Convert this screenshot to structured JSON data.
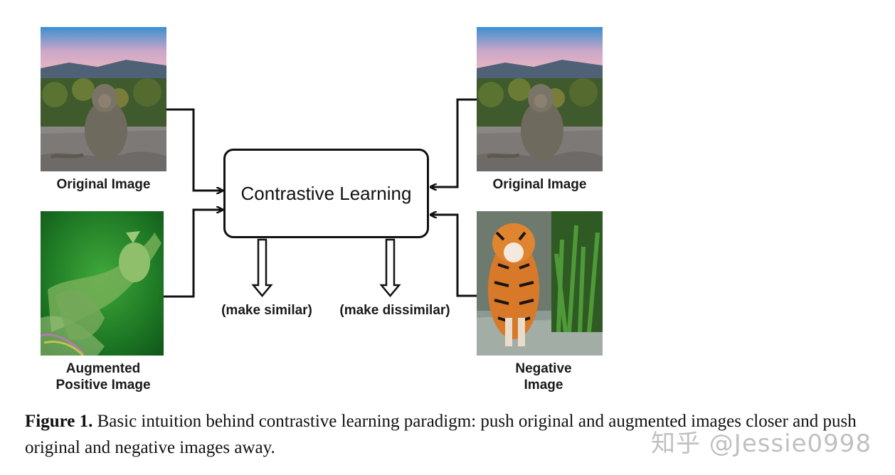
{
  "diagram": {
    "center_label": "Contrastive Learning",
    "left_top_label": "Original Image",
    "left_bottom_label_line1": "Augmented",
    "left_bottom_label_line2": "Positive Image",
    "right_top_label": "Original Image",
    "right_bottom_label_line1": "Negative",
    "right_bottom_label_line2": "Image",
    "arrow_similar_label": "(make similar)",
    "arrow_dissimilar_label": "(make dissimilar)"
  },
  "images": {
    "original_left": "monkey-photo",
    "augmented": "augmented-monkey-photo",
    "original_right": "monkey-photo",
    "negative": "tiger-photo"
  },
  "caption": {
    "figure_label": "Figure 1.",
    "text": " Basic intuition behind contrastive learning paradigm: push original and augmented images closer and push original and negative images away."
  },
  "watermark": "知乎 @Jessie0998"
}
